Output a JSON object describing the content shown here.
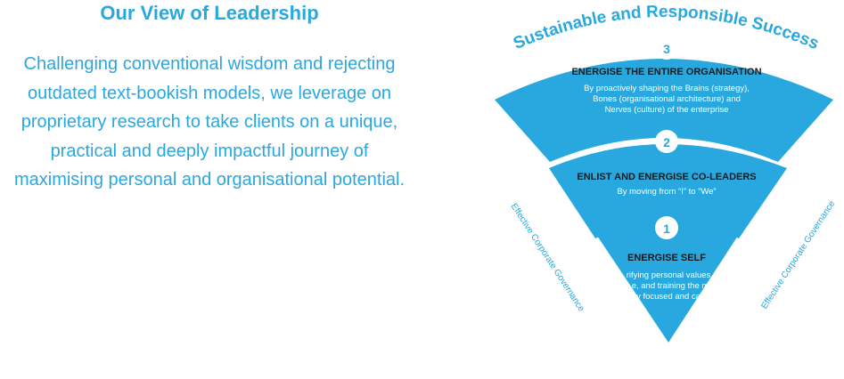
{
  "left_panel": {
    "title": "Our View of Leadership",
    "paragraph_lines": [
      "Challenging conventional wisdom and rejecting",
      "outdated text-bookish models, we leverage on",
      "proprietary research to take clients on a unique,",
      "practical and deeply impactful journey of",
      "maximising personal and organisational potential."
    ]
  },
  "diagram": {
    "arc_title": "Sustainable and Responsible Success",
    "side_label_left": "Effective Corporate Governance",
    "side_label_right": "Effective Corporate Governance",
    "colors": {
      "primary": "#29a8e0",
      "text_dark": "#1a1a1a",
      "white": "#ffffff"
    },
    "levels": [
      {
        "number": "3",
        "heading": "ENERGISE THE ENTIRE ORGANISATION",
        "lines": [
          "By proactively shaping the Brains (strategy),",
          "Bones  (organisational architecture) and",
          "Nerves (culture)  of the enterprise"
        ]
      },
      {
        "number": "2",
        "heading": "ENLIST AND ENERGISE CO-LEADERS",
        "lines": [
          "By moving from “I” to “We”"
        ]
      },
      {
        "number": "1",
        "heading": "ENERGISE SELF",
        "lines": [
          "rifying personal values",
          "e, and training the m",
          "y focused and ca"
        ]
      }
    ]
  }
}
